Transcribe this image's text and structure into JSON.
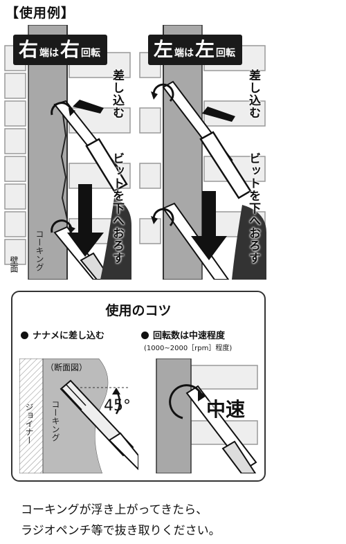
{
  "heading": "【使用例】",
  "panels": {
    "left": {
      "banner_big1": "右",
      "banner_small1": "端は",
      "banner_big2": "右",
      "banner_small2": "回転",
      "insert_label": "差し込む",
      "push_label": "ビットを下へおろす",
      "caulking_label": "コーキング",
      "wall_label": "壁面"
    },
    "right": {
      "banner_big1": "左",
      "banner_small1": "端は",
      "banner_big2": "左",
      "banner_small2": "回転",
      "insert_label": "差し込む",
      "push_label": "ビットを下へおろす"
    }
  },
  "tips": {
    "title": "使用のコツ",
    "bullet1": "ナナメに差し込む",
    "bullet2": "回転数は中速程度",
    "note2": "(1000~2000［rpm］程度)",
    "section_label": "（断面図）",
    "joiner_label": "ジョイナー",
    "caulking_label": "コーキング",
    "angle_label": "45°",
    "speed_label": "中速"
  },
  "footer": {
    "line1": "コーキングが浮き上がってきたら、",
    "line2": "ラジオペンチ等で抜き取りください。"
  }
}
